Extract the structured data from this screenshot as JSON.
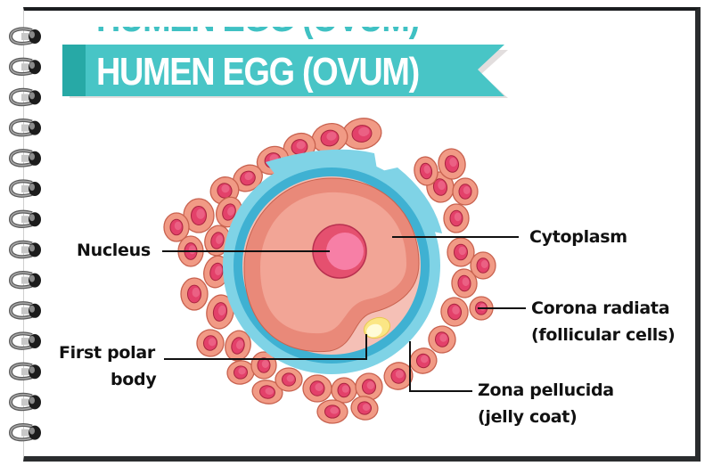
{
  "title": "HUMEN EGG (OVUM)",
  "colors": {
    "banner": "#48c5c6",
    "banner_dark": "#27a9a6",
    "banner_shadow": "#e2dede",
    "zona_outer": "#7fd3e6",
    "zona_inner": "#3fb1d2",
    "cytoplasm_rim": "#e98979",
    "cytoplasm": "#f2a596",
    "perivitelline": "#f5c0b6",
    "nucleus_outer": "#e5506f",
    "nucleus_inner": "#f77fa6",
    "polar_body": "#fbe685",
    "polar_body_inner": "#fffbd8",
    "cell_body": "#f19a85",
    "cell_stroke": "#c8624f",
    "cell_nucleus": "#e3416a",
    "cell_nucleus_stroke": "#a8243f",
    "border": "#2a2c2e",
    "line": "#111111"
  },
  "labels": {
    "nucleus": "Nucleus",
    "cytoplasm": "Cytoplasm",
    "corona_line1": "Corona radiata",
    "corona_line2": "(follicular cells)",
    "polar_line1": "First polar",
    "polar_line2": "body",
    "zona_line1": "Zona pellucida",
    "zona_line2": "(jelly coat)"
  },
  "spiral_ring_count": 14,
  "follicular_cells": [
    [
      406,
      150,
      22,
      17,
      -10
    ],
    [
      370,
      155,
      20,
      16,
      -15
    ],
    [
      336,
      165,
      18,
      15,
      -20
    ],
    [
      306,
      180,
      18,
      15,
      -25
    ],
    [
      278,
      200,
      17,
      14,
      -30
    ],
    [
      252,
      214,
      16,
      15,
      -30
    ],
    [
      223,
      242,
      17,
      19,
      0
    ],
    [
      198,
      255,
      14,
      16,
      0
    ],
    [
      257,
      238,
      14,
      17,
      20
    ],
    [
      244,
      270,
      14,
      17,
      15
    ],
    [
      214,
      282,
      14,
      17,
      0
    ],
    [
      243,
      305,
      14,
      18,
      15
    ],
    [
      218,
      330,
      15,
      18,
      0
    ],
    [
      247,
      350,
      15,
      19,
      10
    ],
    [
      236,
      385,
      15,
      15,
      10
    ],
    [
      267,
      388,
      14,
      17,
      15
    ],
    [
      270,
      418,
      15,
      13,
      -10
    ],
    [
      296,
      410,
      14,
      15,
      0
    ],
    [
      300,
      440,
      17,
      13,
      10
    ],
    [
      324,
      426,
      15,
      13,
      0
    ],
    [
      356,
      436,
      16,
      15,
      0
    ],
    [
      386,
      438,
      14,
      14,
      0
    ],
    [
      414,
      434,
      15,
      15,
      0
    ],
    [
      373,
      462,
      17,
      13,
      0
    ],
    [
      409,
      458,
      15,
      13,
      10
    ],
    [
      447,
      422,
      16,
      15,
      -20
    ],
    [
      475,
      405,
      15,
      14,
      -20
    ],
    [
      496,
      381,
      15,
      15,
      -10
    ],
    [
      510,
      350,
      15,
      16,
      -10
    ],
    [
      521,
      318,
      14,
      16,
      -5
    ],
    [
      517,
      283,
      15,
      16,
      0
    ],
    [
      512,
      245,
      14,
      16,
      0
    ],
    [
      494,
      210,
      15,
      17,
      -10
    ],
    [
      522,
      215,
      14,
      15,
      0
    ],
    [
      507,
      184,
      15,
      17,
      -10
    ],
    [
      478,
      192,
      13,
      16,
      -10
    ],
    [
      542,
      298,
      14,
      15,
      0
    ],
    [
      540,
      346,
      13,
      13,
      0
    ]
  ]
}
